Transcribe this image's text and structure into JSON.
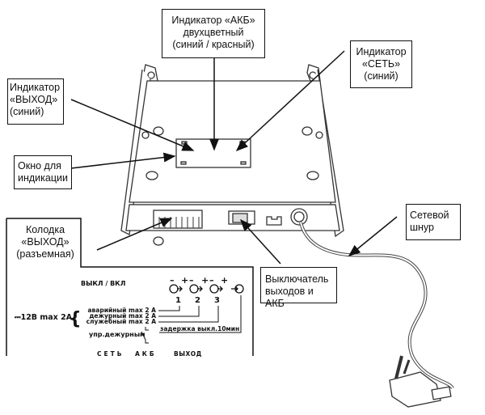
{
  "callouts": {
    "akb_indicator": {
      "lines": [
        "Индикатор «АКБ»",
        "двухцветный",
        "(синий / красный)"
      ]
    },
    "set_indicator": {
      "lines": [
        "Индикатор",
        "«СЕТЬ»",
        "(синий)"
      ]
    },
    "vyhod_indicator": {
      "lines": [
        "Индикатор",
        "«ВЫХОД»",
        "(синий)"
      ]
    },
    "window": {
      "lines": [
        "Окно для",
        "индикации"
      ]
    },
    "terminal_block": {
      "lines": [
        "Колодка",
        "«ВЫХОД»",
        "(разъемная)"
      ]
    },
    "switch": {
      "lines": [
        "Выключатель",
        "выходов и АКБ"
      ]
    },
    "power_cord": {
      "lines": [
        "Сетевой",
        "шнур"
      ]
    }
  },
  "panel": {
    "off_on_label": "ВЫКЛ / ВКЛ",
    "polarity": [
      "–",
      "+",
      "–",
      "+",
      "–",
      "+"
    ],
    "output_numbers": [
      "1",
      "2",
      "3"
    ],
    "supply_label": "⎓12В max 2А",
    "outputs": [
      "аварийный max 2 А",
      "дежурный max 2 А",
      "служебный max 2 А"
    ],
    "control_label": "упр.дежурным",
    "delay_label": "задержка выкл.10мин",
    "bottom_labels": [
      "СЕТЬ",
      "АКБ",
      "ВЫХОД"
    ]
  }
}
